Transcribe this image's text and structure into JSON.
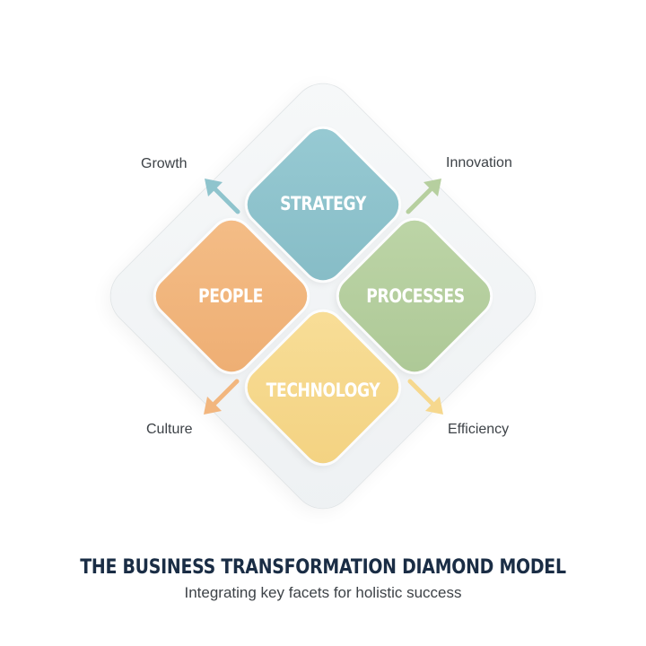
{
  "diagram": {
    "title": "THE BUSINESS TRANSFORMATION DIAMOND MODEL",
    "subtitle": "Integrating key facets for holistic success",
    "quadrants": [
      {
        "id": "strategy",
        "label": "STRATEGY",
        "color": "#8fc4cd",
        "position": "top"
      },
      {
        "id": "people",
        "label": "PEOPLE",
        "color": "#f2b67e",
        "position": "left"
      },
      {
        "id": "processes",
        "label": "PROCESSES",
        "color": "#b6cf9f",
        "position": "right"
      },
      {
        "id": "technology",
        "label": "TECHNOLOGY",
        "color": "#f6d88e",
        "position": "bottom"
      }
    ],
    "outcomes": [
      {
        "label": "Growth",
        "direction": "up-left",
        "arrow_color": "#8fc4cd"
      },
      {
        "label": "Innovation",
        "direction": "up-right",
        "arrow_color": "#b6cf9f"
      },
      {
        "label": "Culture",
        "direction": "down-left",
        "arrow_color": "#f2b67e"
      },
      {
        "label": "Efficiency",
        "direction": "down-right",
        "arrow_color": "#f6d88e"
      }
    ],
    "background_color": "#eef1f3",
    "title_color": "#1a2d45"
  }
}
